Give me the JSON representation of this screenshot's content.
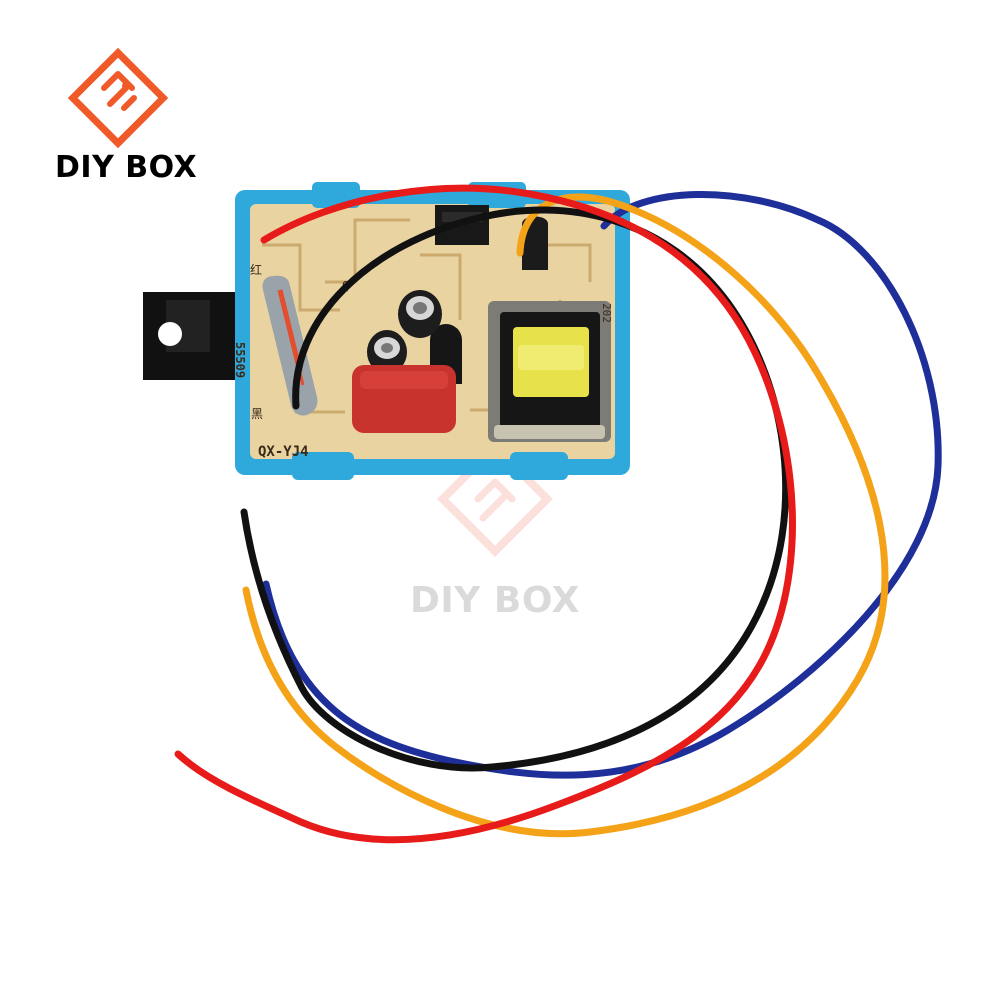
{
  "branding": {
    "logo_text": "DIY BOX",
    "watermark_text": "DIY BOX",
    "logo_color": "#f05a28",
    "watermark_color": "#f8c7c0"
  },
  "board": {
    "model_label": "QX-YJ4",
    "resistor_label": "55509",
    "red_mark": "红",
    "black_mark": "黑",
    "part_code_right": "202",
    "connector_side_mark": "Q",
    "board_color": "#e9d3a0",
    "frame_color": "#2fa8db"
  },
  "components": {
    "wires": [
      {
        "name": "red-wire",
        "color": "#e81b1b"
      },
      {
        "name": "black-wire",
        "color": "#111111"
      },
      {
        "name": "orange-wire",
        "color": "#f4a318"
      },
      {
        "name": "blue-wire",
        "color": "#1f2f9a"
      }
    ],
    "transformer_color": "#e7e24a",
    "capacitor_color": "#c9332e",
    "heatsink_color": "#111111"
  }
}
